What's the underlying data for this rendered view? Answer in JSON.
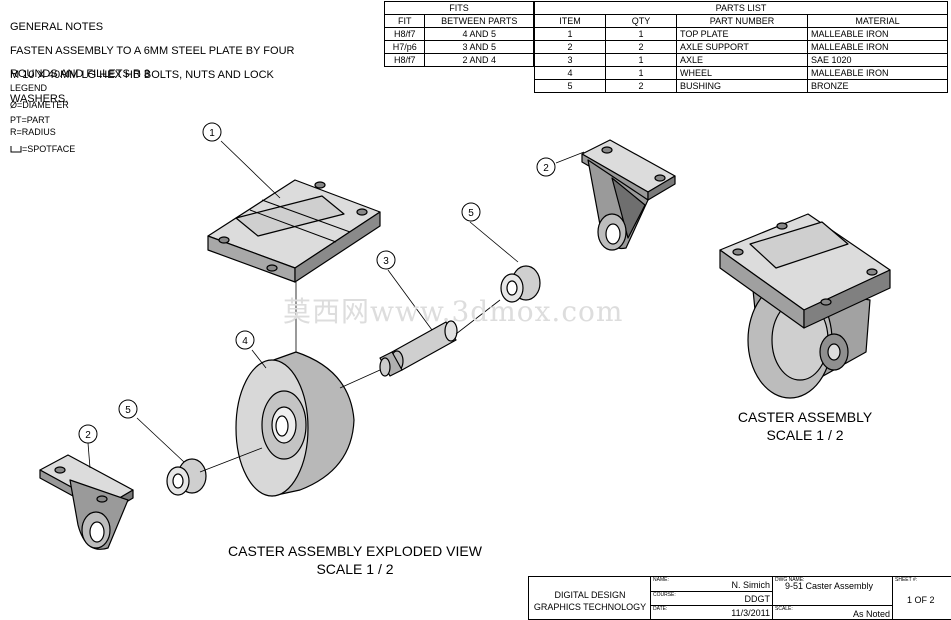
{
  "general_notes": {
    "heading": "GENERAL NOTES",
    "line1": "FASTEN ASSEMBLY TO A 6MM STEEL PLATE BY FOUR",
    "line2": "M 10 X 40MM LG HEX HD BOLTS, NUTS AND LOCK",
    "line3": "WASHERS.",
    "rounds": "ROUNDS AND FILLETS R 3",
    "legend_heading": "LEGEND",
    "legend": [
      "Ø=DIAMETER",
      "PT=PART",
      "R=RADIUS",
      "=SPOTFACE"
    ]
  },
  "fits_table": {
    "title": "FITS",
    "headers": [
      "FIT",
      "BETWEEN PARTS"
    ],
    "rows": [
      [
        "H8/f7",
        "4 AND 5"
      ],
      [
        "H7/p6",
        "3 AND 5"
      ],
      [
        "H8/f7",
        "2 AND 4"
      ]
    ]
  },
  "parts_list": {
    "title": "PARTS LIST",
    "headers": [
      "ITEM",
      "QTY",
      "PART NUMBER",
      "MATERIAL"
    ],
    "rows": [
      [
        "1",
        "1",
        "TOP PLATE",
        "MALLEABLE IRON"
      ],
      [
        "2",
        "2",
        "AXLE SUPPORT",
        "MALLEABLE IRON"
      ],
      [
        "3",
        "1",
        "AXLE",
        "SAE 1020"
      ],
      [
        "4",
        "1",
        "WHEEL",
        "MALLEABLE IRON"
      ],
      [
        "5",
        "2",
        "BUSHING",
        "BRONZE"
      ]
    ]
  },
  "callouts": [
    "1",
    "2",
    "3",
    "4",
    "5",
    "5",
    "2"
  ],
  "captions": {
    "assembly_title": "CASTER ASSEMBLY",
    "assembly_scale": "SCALE 1 / 2",
    "exploded_title": "CASTER ASSEMBLY EXPLODED VIEW",
    "exploded_scale": "SCALE 1 / 2"
  },
  "watermark": "莫西网www.3dmox.com",
  "title_block": {
    "org_line1": "DIGITAL DESIGN",
    "org_line2": "GRAPHICS TECHNOLOGY",
    "name_label": "NAME:",
    "name_value": "N. Simich",
    "course_label": "COURSE:",
    "course_value": "DDGT",
    "date_label": "DATE:",
    "date_value": "11/3/2011",
    "dwg_label": "DWG NAME:",
    "dwg_value": "9-51 Caster Assembly",
    "scale_label": "SCALE:",
    "scale_value": "As Noted",
    "sheet_label": "SHEET #:",
    "sheet_value": "1 OF 2"
  },
  "colors": {
    "part_face": "#c8c8c8",
    "part_top": "#dcdcdc",
    "part_dark": "#8a8a8a",
    "line": "#000000"
  }
}
